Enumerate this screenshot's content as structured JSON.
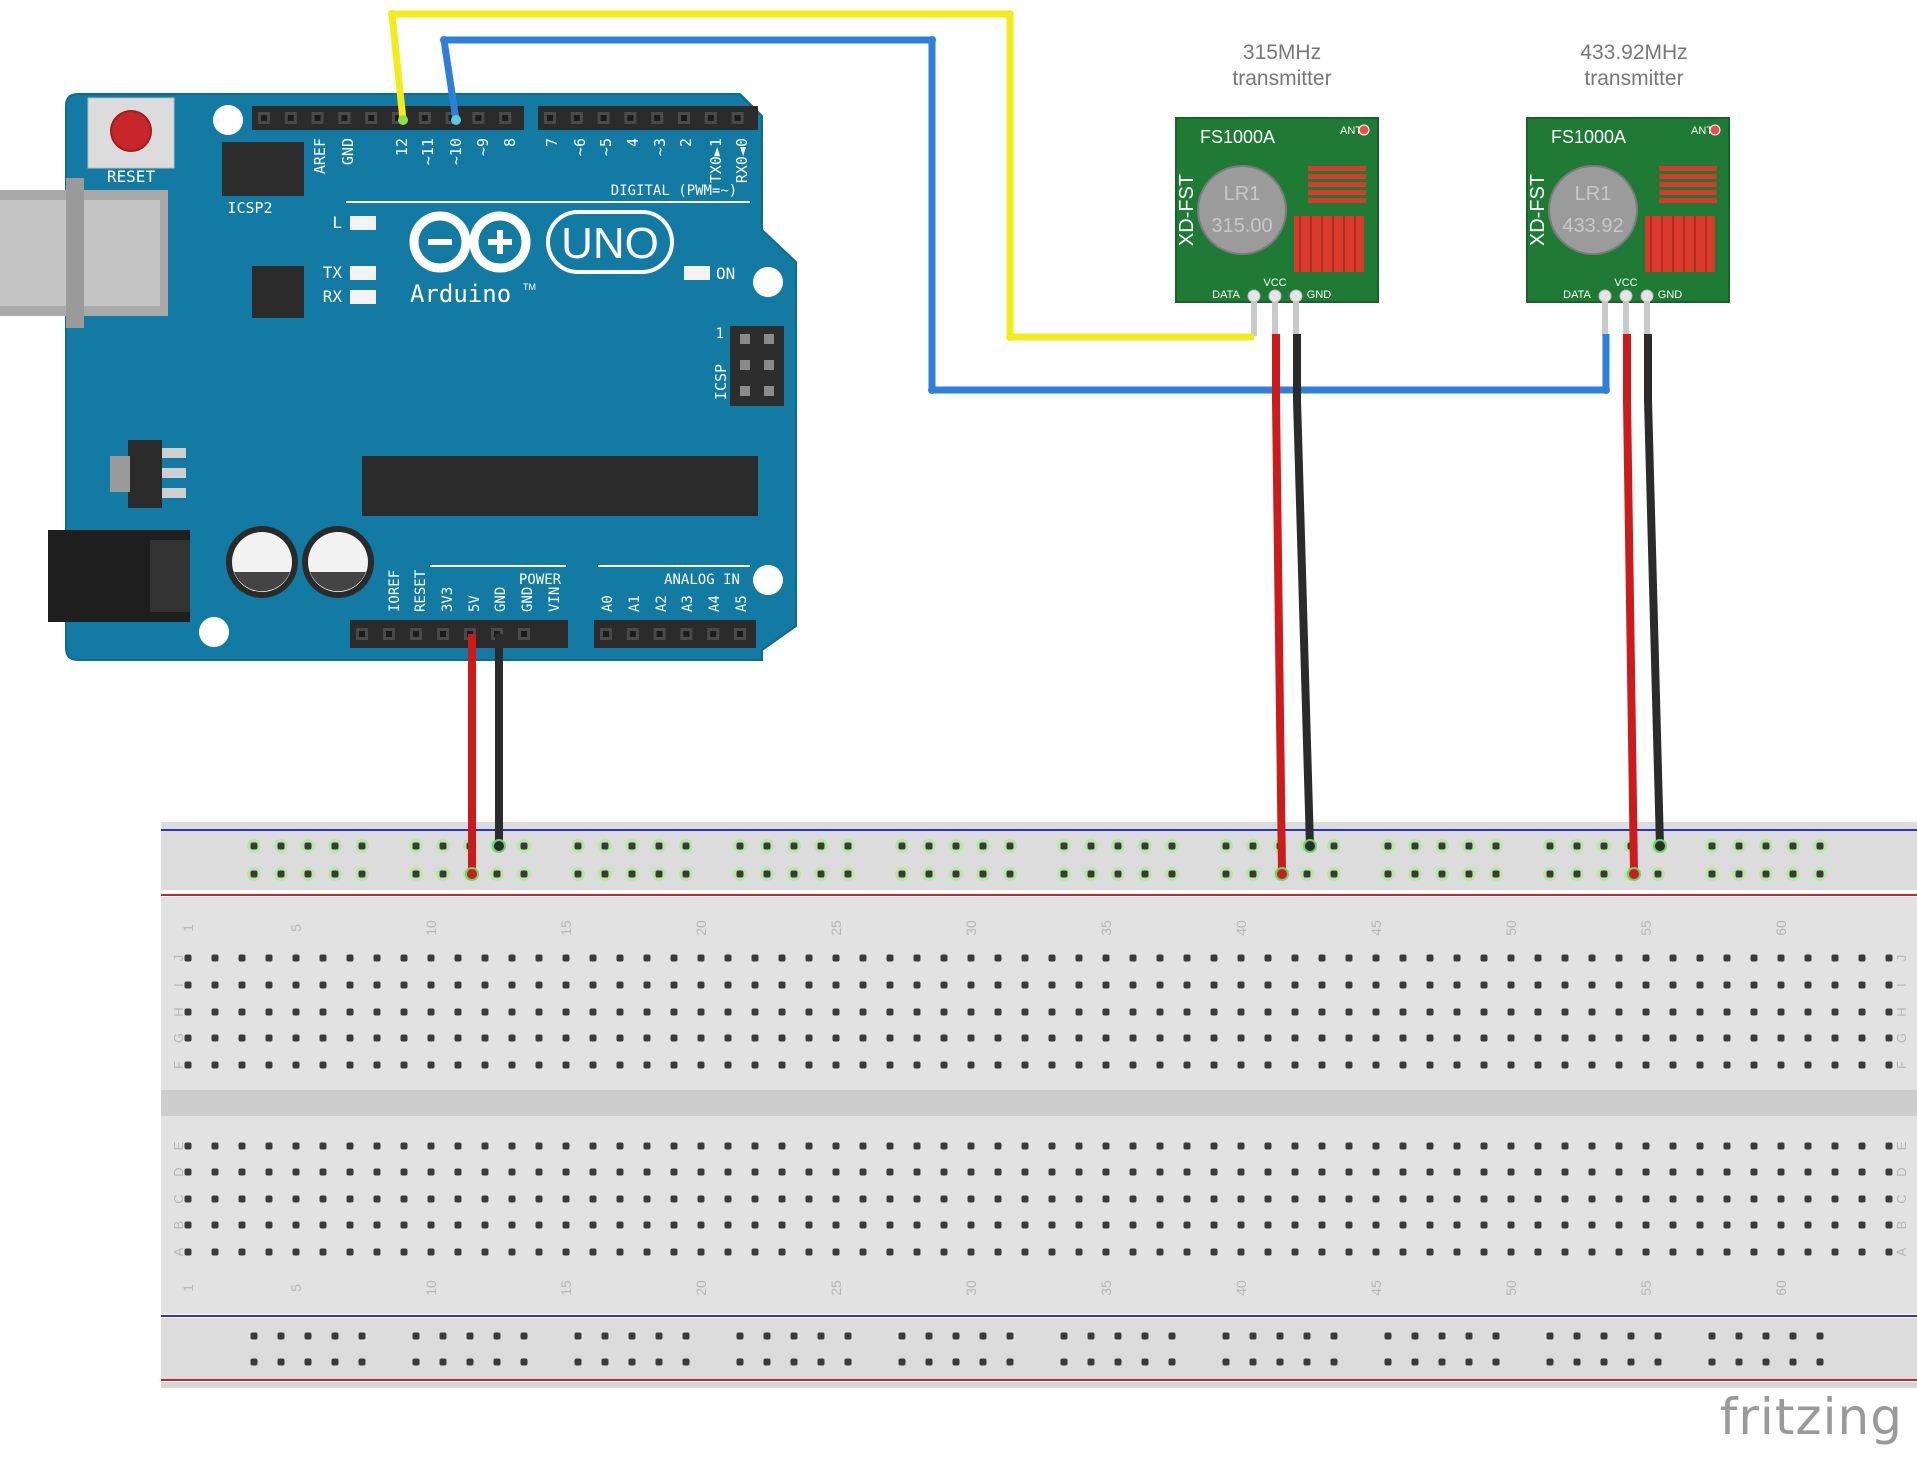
{
  "arduino": {
    "reset_label": "RESET",
    "icsp2_label": "ICSP2",
    "icsp_label": "ICSP",
    "icsp_pin1": "1",
    "digital_header": "DIGITAL (PWM=~)",
    "digital_pins": [
      "AREF",
      "GND",
      "12",
      "~11",
      "~10",
      "~9",
      "8",
      "7",
      "~6",
      "~5",
      "4",
      "~3",
      "2",
      "TX0►1",
      "RX0◄0"
    ],
    "l_label": "L",
    "tx_label": "TX",
    "rx_label": "RX",
    "on_label": "ON",
    "logo_text": "Arduino",
    "tm_text": "TM",
    "uno_text": "UNO",
    "power_header": "POWER",
    "power_pins": [
      "IOREF",
      "RESET",
      "3V3",
      "5V",
      "GND",
      "GND",
      "VIN"
    ],
    "analog_header": "ANALOG IN",
    "analog_pins": [
      "A0",
      "A1",
      "A2",
      "A3",
      "A4",
      "A5"
    ]
  },
  "transmitters": [
    {
      "caption_line1": "315MHz",
      "caption_line2": "transmitter",
      "model": "FS1000A",
      "side_label": "XD-FST",
      "ant_label": "ANT",
      "crystal_line1": "LR1",
      "crystal_line2": "315.00",
      "pin_labels": [
        "DATA",
        "VCC",
        "GND"
      ]
    },
    {
      "caption_line1": "433.92MHz",
      "caption_line2": "transmitter",
      "model": "FS1000A",
      "side_label": "XD-FST",
      "ant_label": "ANT",
      "crystal_line1": "LR1",
      "crystal_line2": "433.92",
      "pin_labels": [
        "DATA",
        "VCC",
        "GND"
      ]
    }
  ],
  "breadboard": {
    "column_numbers": [
      "1",
      "5",
      "10",
      "15",
      "20",
      "25",
      "30",
      "35",
      "40",
      "45",
      "50",
      "55",
      "60"
    ],
    "top_row_letters": [
      "J",
      "I",
      "H",
      "G",
      "F"
    ],
    "bottom_row_letters": [
      "E",
      "D",
      "C",
      "B",
      "A"
    ]
  },
  "wires": {
    "data_wire_color": "#f3ec1c",
    "data_wire_2_color": "#2f7fd8",
    "power_wire_color": "#cc1b1b",
    "ground_wire_color": "#2b2b2b"
  },
  "colors": {
    "board": "#127aa3",
    "module": "#1f7a35",
    "led_red": "#cc1b1b"
  },
  "brand": "fritzing"
}
